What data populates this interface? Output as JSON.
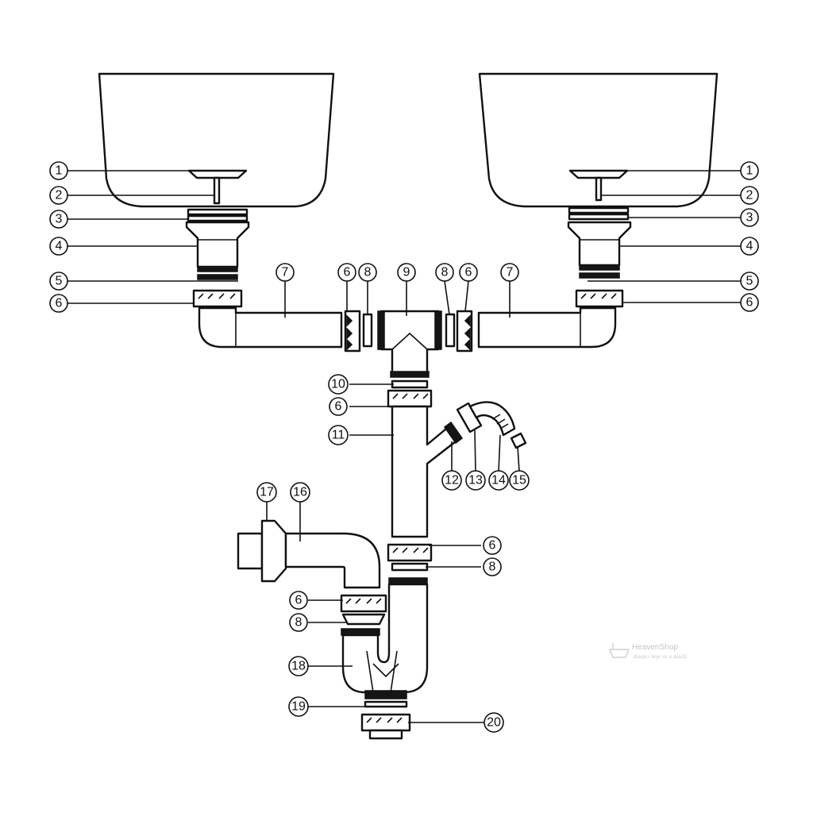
{
  "callouts": {
    "n1": "1",
    "n2": "2",
    "n3": "3",
    "n4": "4",
    "n5": "5",
    "n6": "6",
    "n7": "7",
    "n8": "8",
    "n9": "9",
    "n10": "10",
    "n11": "11",
    "n12": "12",
    "n13": "13",
    "n14": "14",
    "n15": "15",
    "n16": "16",
    "n17": "17",
    "n18": "18",
    "n19": "19",
    "n20": "20"
  },
  "watermark": {
    "brand": "HeavenShop",
    "tagline": "dizajn i boje su u detalji"
  },
  "colors": {
    "line": "#111111",
    "background": "#ffffff",
    "watermark": "#c4c4c4"
  }
}
